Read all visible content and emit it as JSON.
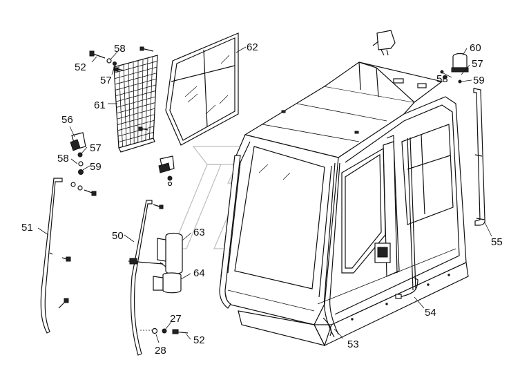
{
  "callouts": [
    "52",
    "58",
    "57",
    "61",
    "62",
    "56",
    "57",
    "58",
    "59",
    "51",
    "50",
    "63",
    "64",
    "27",
    "28",
    "52",
    "53",
    "54",
    "55",
    "60",
    "57",
    "58",
    "59"
  ]
}
